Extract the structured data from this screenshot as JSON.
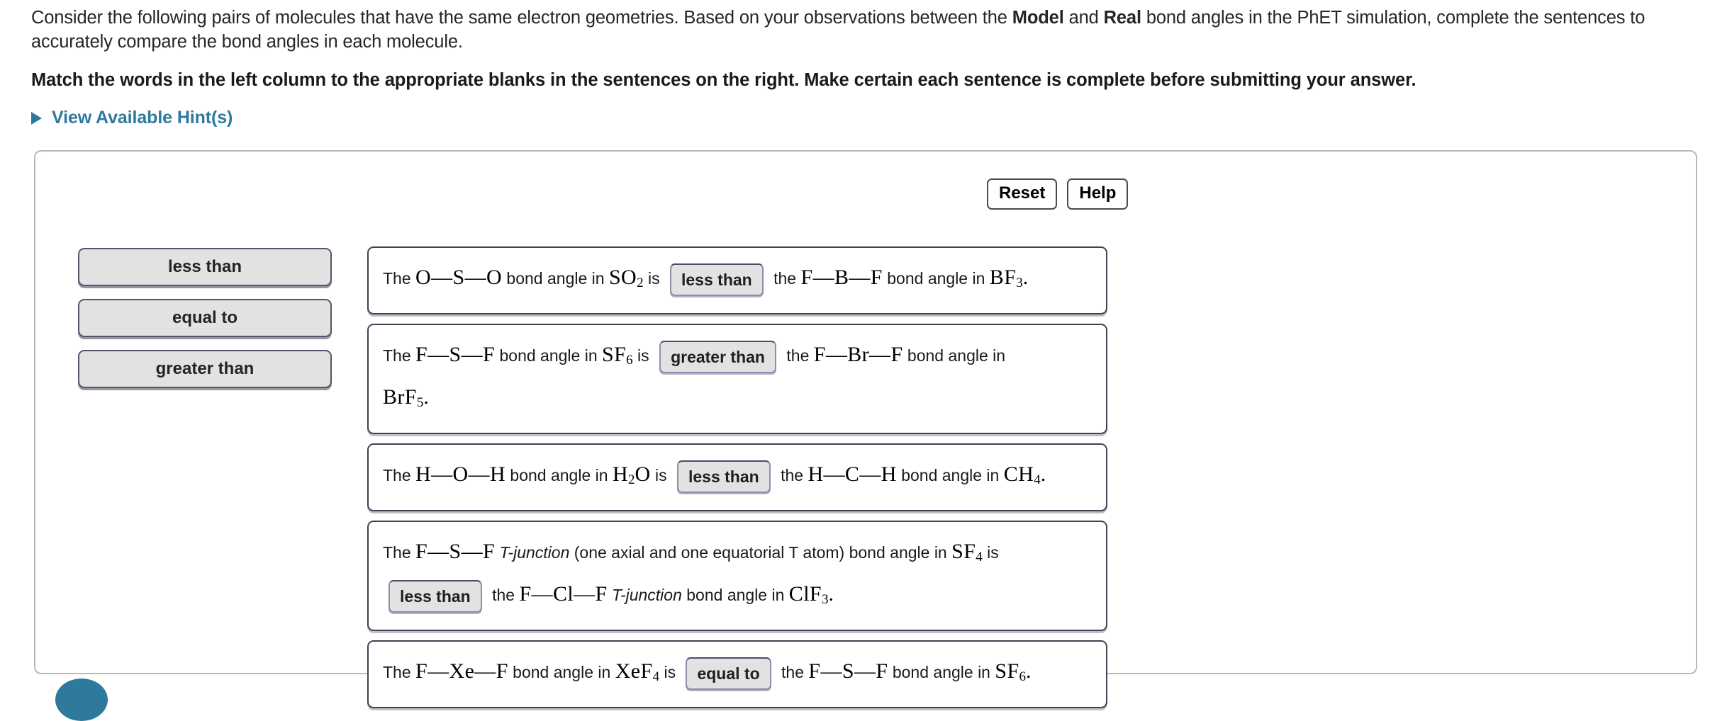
{
  "prompt": {
    "intro_pre": "Consider the following pairs of molecules that have the same electron geometries. Based on your observations between the ",
    "intro_bold1": "Model",
    "intro_mid": " and ",
    "intro_bold2": "Real",
    "intro_post": " bond angles in the PhET simulation, complete the sentences to accurately compare the bond angles in each molecule.",
    "instruction": "Match the words in the left column to the appropriate blanks in the sentences on the right. Make certain each sentence is complete before submitting your answer."
  },
  "hint": {
    "label": "View Available Hint(s)",
    "icon": "triangle-right-icon",
    "color": "#2d7a9c"
  },
  "toolbar": {
    "reset_label": "Reset",
    "help_label": "Help"
  },
  "word_bank": {
    "items": [
      {
        "label": "less than"
      },
      {
        "label": "equal to"
      },
      {
        "label": "greater than"
      }
    ]
  },
  "sentences": [
    {
      "id": "so2-bf3",
      "lines": [
        [
          {
            "t": "txt",
            "v": "The "
          },
          {
            "t": "chem",
            "v": "O—S—O"
          },
          {
            "t": "txt",
            "v": " bond angle in "
          },
          {
            "t": "chem",
            "v": "SO",
            "sub": "2"
          },
          {
            "t": "txt",
            "v": " is "
          },
          {
            "t": "drop",
            "v": "less than"
          },
          {
            "t": "txt",
            "v": " the "
          },
          {
            "t": "chem",
            "v": "F—B—F"
          },
          {
            "t": "txt",
            "v": " bond angle in "
          },
          {
            "t": "chem",
            "v": "BF",
            "sub": "3"
          },
          {
            "t": "chem",
            "v": "."
          }
        ]
      ]
    },
    {
      "id": "sf6-brf5",
      "lines": [
        [
          {
            "t": "txt",
            "v": "The "
          },
          {
            "t": "chem",
            "v": "F—S—F"
          },
          {
            "t": "txt",
            "v": " bond angle in "
          },
          {
            "t": "chem",
            "v": "SF",
            "sub": "6"
          },
          {
            "t": "txt",
            "v": " is "
          },
          {
            "t": "drop",
            "v": "greater than"
          },
          {
            "t": "txt",
            "v": " the "
          },
          {
            "t": "chem",
            "v": "F—Br—F"
          },
          {
            "t": "txt",
            "v": " bond angle in"
          }
        ],
        [
          {
            "t": "chem",
            "v": "BrF",
            "sub": "5"
          },
          {
            "t": "chem",
            "v": "."
          }
        ]
      ]
    },
    {
      "id": "h2o-ch4",
      "lines": [
        [
          {
            "t": "txt",
            "v": "The "
          },
          {
            "t": "chem",
            "v": "H—O—H"
          },
          {
            "t": "txt",
            "v": " bond angle in "
          },
          {
            "t": "chem",
            "v": "H",
            "sub": "2",
            "post": "O"
          },
          {
            "t": "txt",
            "v": " is "
          },
          {
            "t": "drop",
            "v": "less than"
          },
          {
            "t": "txt",
            "v": " the "
          },
          {
            "t": "chem",
            "v": "H—C—H"
          },
          {
            "t": "txt",
            "v": " bond angle in "
          },
          {
            "t": "chem",
            "v": "CH",
            "sub": "4"
          },
          {
            "t": "chem",
            "v": "."
          }
        ]
      ]
    },
    {
      "id": "sf4-clf3",
      "lines": [
        [
          {
            "t": "txt",
            "v": "The "
          },
          {
            "t": "chem",
            "v": "F—S—F"
          },
          {
            "t": "ital",
            "v": " T-junction"
          },
          {
            "t": "txt",
            "v": " (one axial and one equatorial T atom) bond angle in "
          },
          {
            "t": "chem",
            "v": "SF",
            "sub": "4"
          },
          {
            "t": "txt",
            "v": " is"
          }
        ],
        [
          {
            "t": "drop",
            "v": "less than"
          },
          {
            "t": "txt",
            "v": " the "
          },
          {
            "t": "chem",
            "v": "F—Cl—F"
          },
          {
            "t": "ital",
            "v": " T-junction"
          },
          {
            "t": "txt",
            "v": " bond angle in "
          },
          {
            "t": "chem",
            "v": "ClF",
            "sub": "3"
          },
          {
            "t": "chem",
            "v": "."
          }
        ]
      ]
    },
    {
      "id": "xef4-sf6",
      "lines": [
        [
          {
            "t": "txt",
            "v": "The "
          },
          {
            "t": "chem",
            "v": "F—Xe—F"
          },
          {
            "t": "txt",
            "v": " bond angle in "
          },
          {
            "t": "chem",
            "v": "XeF",
            "sub": "4"
          },
          {
            "t": "txt",
            "v": " is "
          },
          {
            "t": "drop",
            "v": "equal to"
          },
          {
            "t": "txt",
            "v": " the "
          },
          {
            "t": "chem",
            "v": "F—S—F"
          },
          {
            "t": "txt",
            "v": " bond angle in "
          },
          {
            "t": "chem",
            "v": "SF",
            "sub": "6"
          },
          {
            "t": "chem",
            "v": "."
          }
        ]
      ]
    }
  ]
}
